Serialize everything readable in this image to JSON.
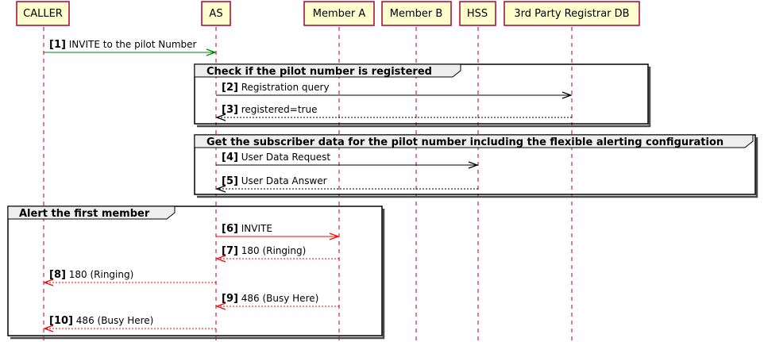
{
  "participants": [
    {
      "id": "caller",
      "label": "CALLER"
    },
    {
      "id": "as",
      "label": "AS"
    },
    {
      "id": "member_a",
      "label": "Member A"
    },
    {
      "id": "member_b",
      "label": "Member B"
    },
    {
      "id": "hss",
      "label": "HSS"
    },
    {
      "id": "registrar",
      "label": "3rd Party Registrar DB"
    }
  ],
  "groups": [
    {
      "title": "Check if the pilot number is registered"
    },
    {
      "title": "Get the subscriber data for the pilot number including the flexible alerting configuration"
    },
    {
      "title": "Alert the first member"
    }
  ],
  "colors": {
    "participant_fill": "#FEFECE",
    "participant_border": "#A80036",
    "lifeline": "#A80036",
    "frame_tab": "#EEEEEE",
    "arrow_green": "#008000",
    "arrow_black": "#000000",
    "arrow_red": "#FF0000"
  },
  "messages": [
    {
      "num": "[1]",
      "text": "INVITE to the pilot Number",
      "from": "caller",
      "to": "as",
      "style": "solid",
      "color": "green"
    },
    {
      "num": "[2]",
      "text": "Registration query",
      "from": "as",
      "to": "registrar",
      "style": "solid",
      "color": "black"
    },
    {
      "num": "[3]",
      "text": "registered=true",
      "from": "registrar",
      "to": "as",
      "style": "dashed",
      "color": "black"
    },
    {
      "num": "[4]",
      "text": "User Data Request",
      "from": "as",
      "to": "hss",
      "style": "solid",
      "color": "black"
    },
    {
      "num": "[5]",
      "text": "User Data Answer",
      "from": "hss",
      "to": "as",
      "style": "dashed",
      "color": "black"
    },
    {
      "num": "[6]",
      "text": "INVITE",
      "from": "as",
      "to": "member_a",
      "style": "solid",
      "color": "red"
    },
    {
      "num": "[7]",
      "text": "180 (Ringing)",
      "from": "member_a",
      "to": "as",
      "style": "dashed",
      "color": "red"
    },
    {
      "num": "[8]",
      "text": "180 (Ringing)",
      "from": "as",
      "to": "caller",
      "style": "dashed",
      "color": "red"
    },
    {
      "num": "[9]",
      "text": "486 (Busy Here)",
      "from": "member_a",
      "to": "as",
      "style": "dashed",
      "color": "red"
    },
    {
      "num": "[10]",
      "text": "486 (Busy Here)",
      "from": "as",
      "to": "caller",
      "style": "dashed",
      "color": "red"
    }
  ]
}
